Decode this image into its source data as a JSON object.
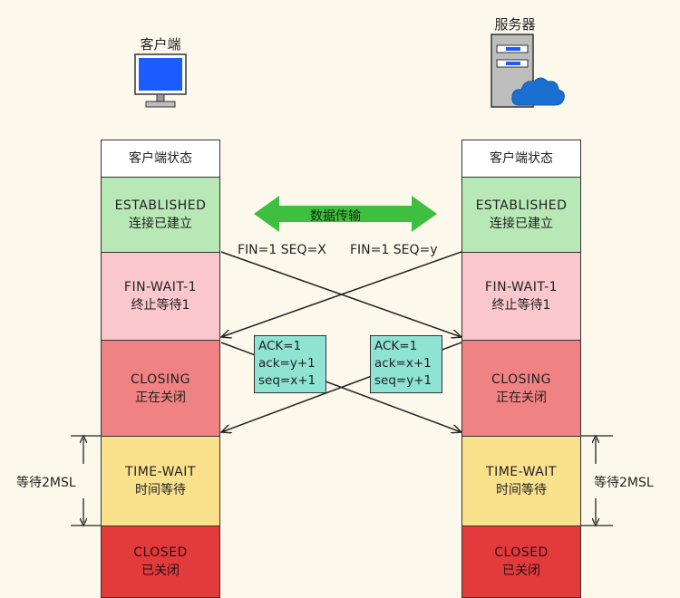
{
  "client": {
    "title": "客户端",
    "icon": "monitor-icon"
  },
  "server": {
    "title": "服务器",
    "icon": "server-cloud-icon"
  },
  "client_states": {
    "header": "客户端状态",
    "established": {
      "en": "ESTABLISHED",
      "zh": "连接已建立"
    },
    "fin_wait_1": {
      "en": "FIN-WAIT-1",
      "zh": "终止等待1"
    },
    "closing": {
      "en": "CLOSING",
      "zh": "正在关闭"
    },
    "time_wait": {
      "en": "TIME-WAIT",
      "zh": "时间等待"
    },
    "closed": {
      "en": "CLOSED",
      "zh": "已关闭"
    }
  },
  "server_states": {
    "header": "客户端状态",
    "established": {
      "en": "ESTABLISHED",
      "zh": "连接已建立"
    },
    "fin_wait_1": {
      "en": "FIN-WAIT-1",
      "zh": "终止等待1"
    },
    "closing": {
      "en": "CLOSING",
      "zh": "正在关闭"
    },
    "time_wait": {
      "en": "TIME-WAIT",
      "zh": "时间等待"
    },
    "closed": {
      "en": "CLOSED",
      "zh": "已关闭"
    }
  },
  "data_transfer_label": "数据传输",
  "fin_left": "FIN=1 SEQ=X",
  "fin_right": "FIN=1 SEQ=y",
  "ack_left": {
    "line1": "ACK=1",
    "line2": "ack=y+1",
    "line3": "seq=x+1"
  },
  "ack_right": {
    "line1": "ACK=1",
    "line2": "ack=x+1",
    "line3": "seq=y+1"
  },
  "msl_left": "等待2MSL",
  "msl_right": "等待2MSL",
  "colors": {
    "established": "#b7e8b5",
    "fin_wait": "#f9c7cc",
    "closing": "#f18283",
    "time_wait": "#fae28c",
    "closed": "#e33a3b",
    "ack_box": "#8ee3d3",
    "transfer_arrow": "#3fbf3f",
    "monitor": "#1a5cff",
    "cloud": "#1b6fd1"
  }
}
